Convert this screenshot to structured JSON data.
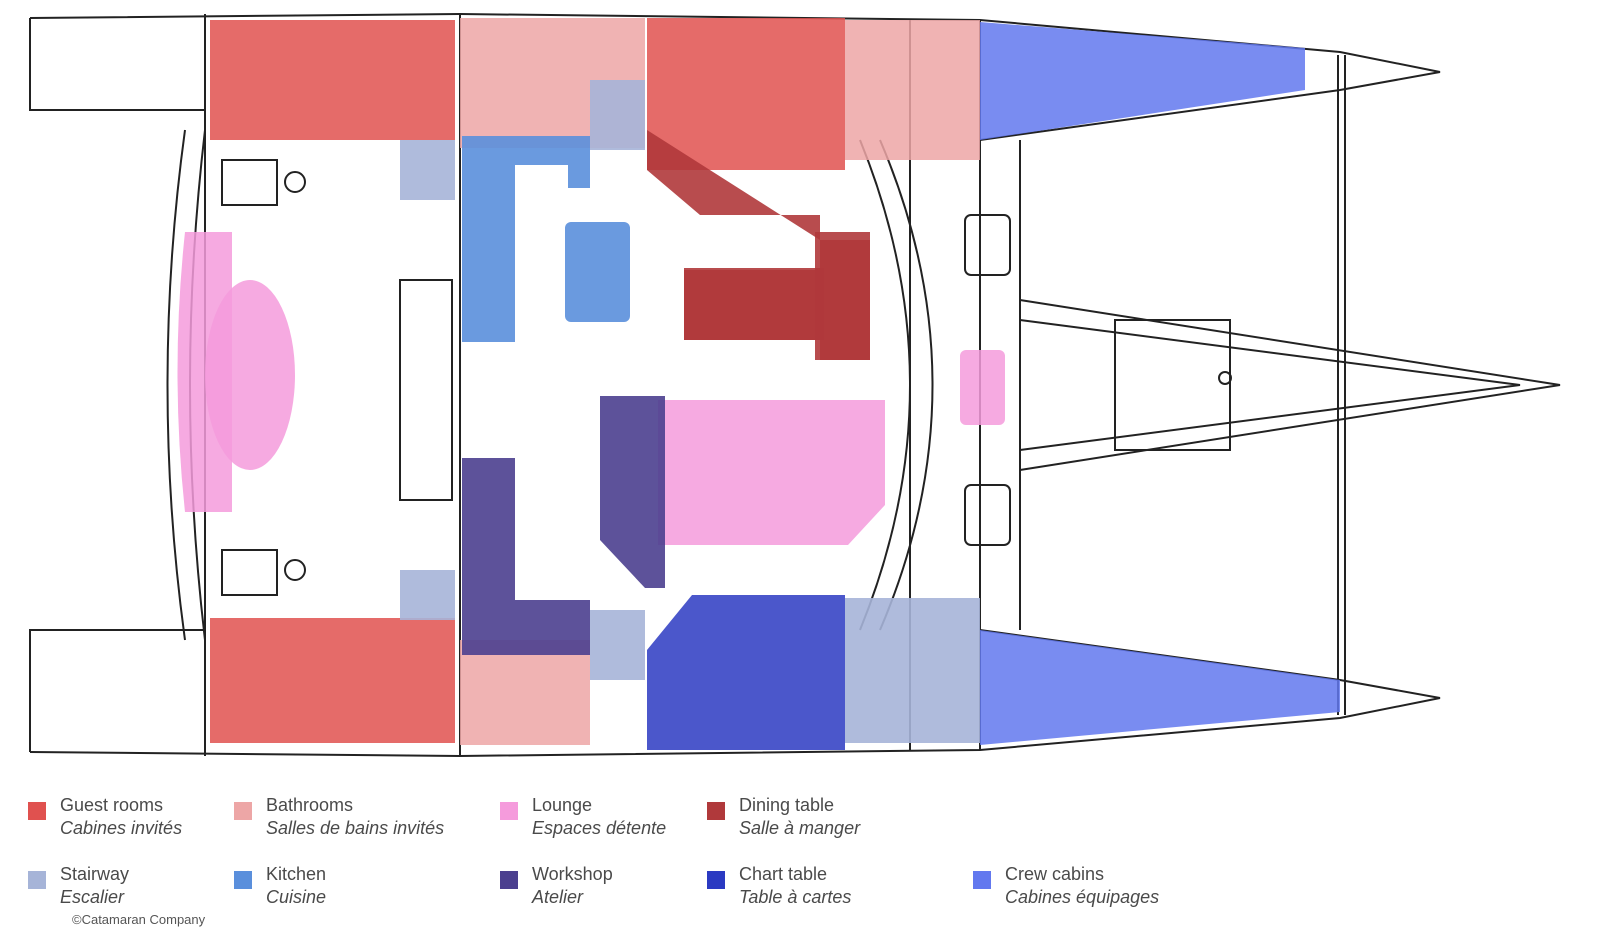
{
  "legend": [
    {
      "key": "guest",
      "label": "Guest rooms",
      "label_fr": "Cabines invités",
      "color": "#e0514f"
    },
    {
      "key": "bath",
      "label": "Bathrooms",
      "label_fr": "Salles de bains invités",
      "color": "#eda6a6"
    },
    {
      "key": "lounge",
      "label": "Lounge",
      "label_fr": "Espaces détente",
      "color": "#f59bdc"
    },
    {
      "key": "dining",
      "label": "Dining table",
      "label_fr": "Salle à manger",
      "color": "#b0393b"
    },
    {
      "key": "stair",
      "label": "Stairway",
      "label_fr": "Escalier",
      "color": "#a6b4d8"
    },
    {
      "key": "kitchen",
      "label": "Kitchen",
      "label_fr": "Cuisine",
      "color": "#5a8fdc"
    },
    {
      "key": "workshop",
      "label": "Workshop",
      "label_fr": "Atelier",
      "color": "#4b3f8f"
    },
    {
      "key": "chart",
      "label": "Chart table",
      "label_fr": "Table à cartes",
      "color": "#2b3ac2"
    },
    {
      "key": "crew",
      "label": "Crew cabins",
      "label_fr": "Cabines équipages",
      "color": "#6278ef"
    }
  ],
  "credit": "©Catamaran Company"
}
